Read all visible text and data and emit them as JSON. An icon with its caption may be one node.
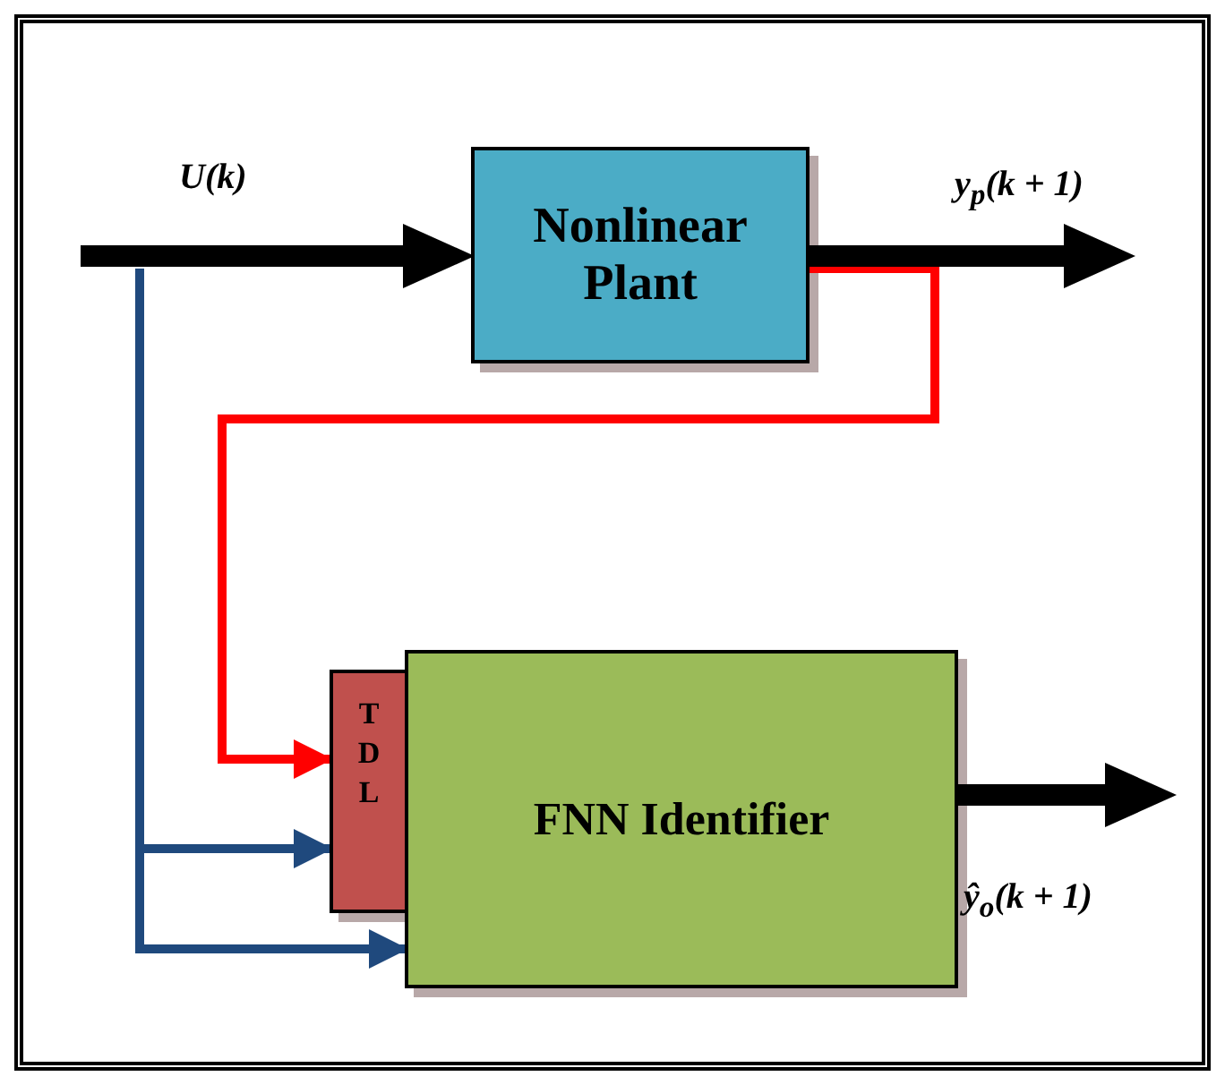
{
  "diagram": {
    "nodes": [
      {
        "text": [
          "Nonlinear Plant"
        ]
      },
      {
        "text": [
          "TDL"
        ]
      },
      {
        "text": [
          "FNN Identifier"
        ]
      }
    ],
    "edges": [
      {
        "from": null,
        "to": 0,
        "arrow": "to",
        "label": "U(k)",
        "style": "thick"
      },
      {
        "from": 0,
        "to": null,
        "arrow": "to",
        "label": "y$_{p}$(k + 1)",
        "style": "thick"
      },
      {
        "from": 2,
        "to": null,
        "arrow": "to",
        "label": "ŷ$_{o}$(k + 1)",
        "style": "thick"
      },
      {
        "from": 0,
        "to": 1,
        "arrow": "to",
        "color": "#ff0000"
      },
      {
        "from": null,
        "to": 1,
        "arrow": "to",
        "color": "#1f497d"
      },
      {
        "from": null,
        "to": 2,
        "arrow": "to",
        "color": "#1f497d"
      }
    ]
  }
}
